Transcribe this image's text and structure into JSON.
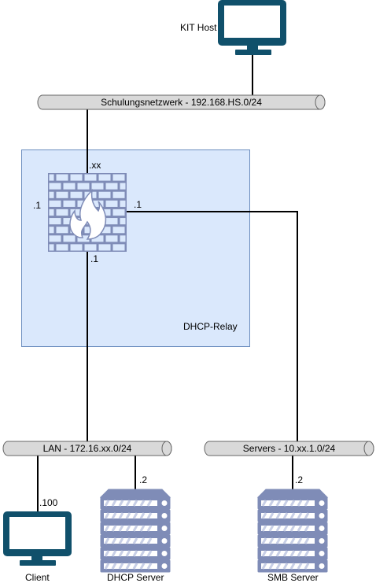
{
  "nodes": {
    "kit_host": {
      "label": "KIT Host"
    },
    "client": {
      "label": "Client"
    },
    "dhcp_server": {
      "label": "DHCP Server"
    },
    "smb_server": {
      "label": "SMB Server"
    },
    "relay": {
      "label": "DHCP-Relay"
    }
  },
  "networks": {
    "schulung": {
      "label": "Schulungsnetzwerk - 192.168.HS.0/24"
    },
    "lan": {
      "label": "LAN - 172.16.xx.0/24"
    },
    "servers": {
      "label": "Servers - 10.xx.1.0/24"
    }
  },
  "interfaces": {
    "relay_top": ".xx",
    "relay_left": ".1",
    "relay_right": ".1",
    "relay_bottom": ".1",
    "client": ".100",
    "dhcp_server": ".2",
    "smb_server": ".2"
  },
  "colors": {
    "device": "#10506b",
    "bus_fill": "#d9d9d9",
    "bus_stroke": "#666666",
    "relay_fill": "#dae8fc",
    "relay_stroke": "#6c8ebf",
    "firewall": "#7f8cb7"
  }
}
